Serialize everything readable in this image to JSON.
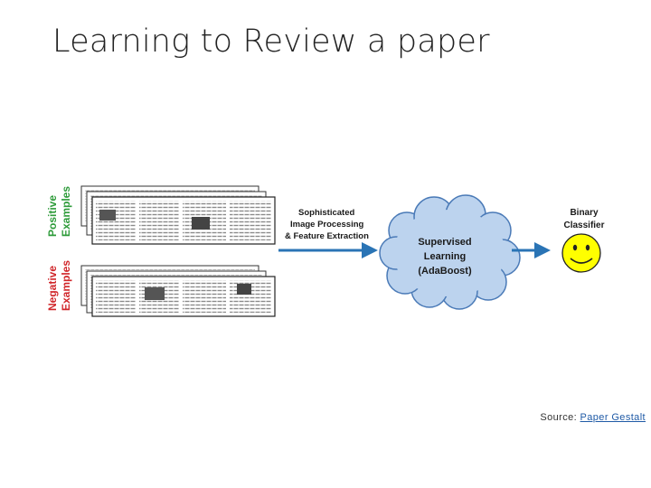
{
  "slide": {
    "title": "Learning to Review a paper"
  },
  "diagram": {
    "positive_label": [
      "Positive",
      "Examples"
    ],
    "negative_label": [
      "Negative",
      "Examples"
    ],
    "processing_label": [
      "Sophisticated",
      "Image Processing",
      "& Feature Extraction"
    ],
    "cloud_label": [
      "Supervised",
      "Learning",
      "(AdaBoost)"
    ],
    "classifier_label": [
      "Binary",
      "Classifier"
    ],
    "colors": {
      "positive": "#2e9b3a",
      "negative": "#d0262a",
      "arrow": "#2a74b5",
      "cloud_fill": "#bcd3ee",
      "cloud_stroke": "#4a7ab7",
      "smiley_fill": "#ffff00"
    }
  },
  "source": {
    "prefix": "Source: ",
    "link_text": "Paper Gestalt"
  }
}
